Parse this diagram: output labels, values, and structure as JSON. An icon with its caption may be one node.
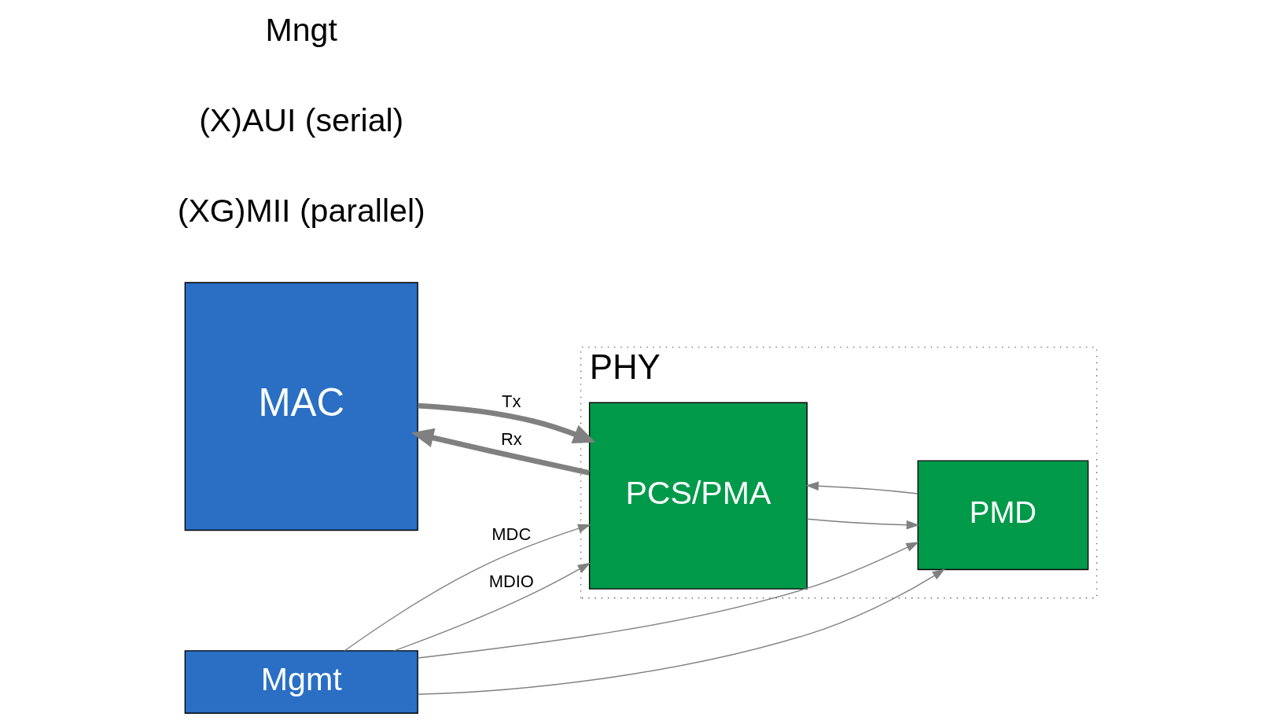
{
  "diagram": {
    "nodes": [
      {
        "text": [
          "MAC"
        ]
      },
      {
        "text": [
          "PHY"
        ]
      },
      {
        "text": [
          "PCS/PMA"
        ],
        "in": 1
      },
      {
        "text": [
          "PMD"
        ],
        "in": 1
      },
      {
        "text": [
          "Mgmt"
        ]
      }
    ],
    "edges": [
      {
        "from": 0,
        "to": 2,
        "arrow": "to",
        "label": "Tx",
        "style": "thick"
      },
      {
        "from": 2,
        "to": 0,
        "arrow": "to",
        "label": "Rx",
        "style": "thick"
      },
      {
        "from": 2,
        "to": 3,
        "arrow": "to"
      },
      {
        "from": 3,
        "to": 2,
        "arrow": "to"
      },
      {
        "from": 4,
        "to": 2,
        "arrow": "to",
        "label": "MDC"
      },
      {
        "from": 4,
        "to": 3,
        "arrow": "to"
      },
      {
        "from": 4,
        "to": 2,
        "arrow": "to",
        "label": "MDIO"
      },
      {
        "from": 4,
        "to": 3,
        "arrow": "to"
      }
    ],
    "labels": [
      "(XG)MII (parallel)",
      "(X)AUI (serial)",
      "Mngt"
    ]
  }
}
